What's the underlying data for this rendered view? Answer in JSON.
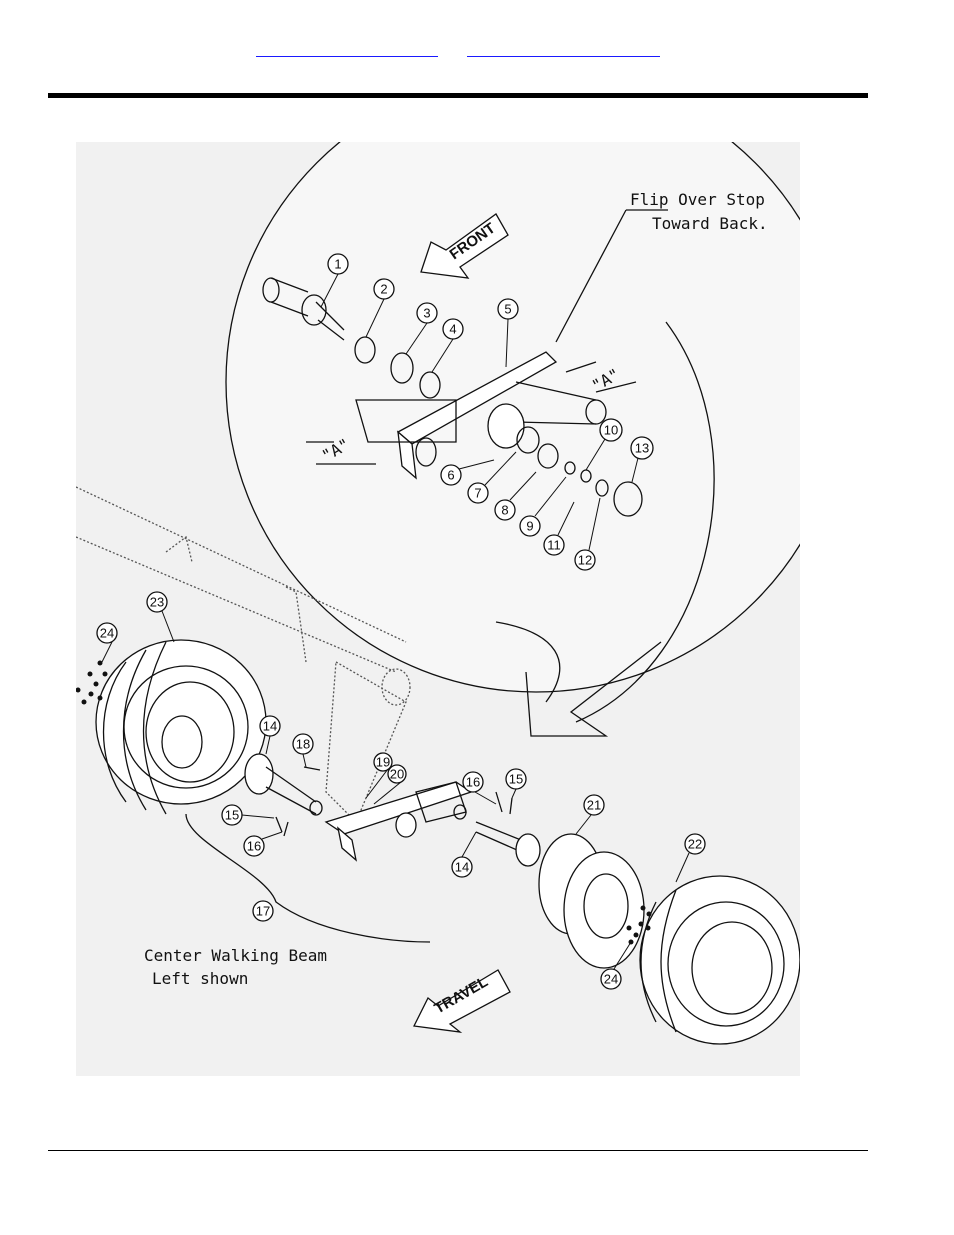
{
  "header": {
    "link_left": "",
    "link_right": ""
  },
  "figure": {
    "direction_front": "FRONT",
    "direction_travel": "TRAVEL",
    "note_flip_line1": "Flip Over Stop",
    "note_flip_line2": "Toward Back.",
    "note_beam_line1": "Center Walking Beam",
    "note_beam_line2": "Left shown",
    "dim_label": "\"A\"",
    "callouts": [
      "1",
      "2",
      "3",
      "4",
      "5",
      "6",
      "7",
      "8",
      "9",
      "10",
      "11",
      "12",
      "13",
      "14",
      "15",
      "16",
      "17",
      "18",
      "19",
      "20",
      "21",
      "22",
      "23",
      "24"
    ],
    "callout_repeats": [
      "14",
      "15",
      "16",
      "24"
    ]
  },
  "colors": {
    "ink": "#111111",
    "figure_bg": "#f1f1f1",
    "link": "#1a1aff"
  }
}
